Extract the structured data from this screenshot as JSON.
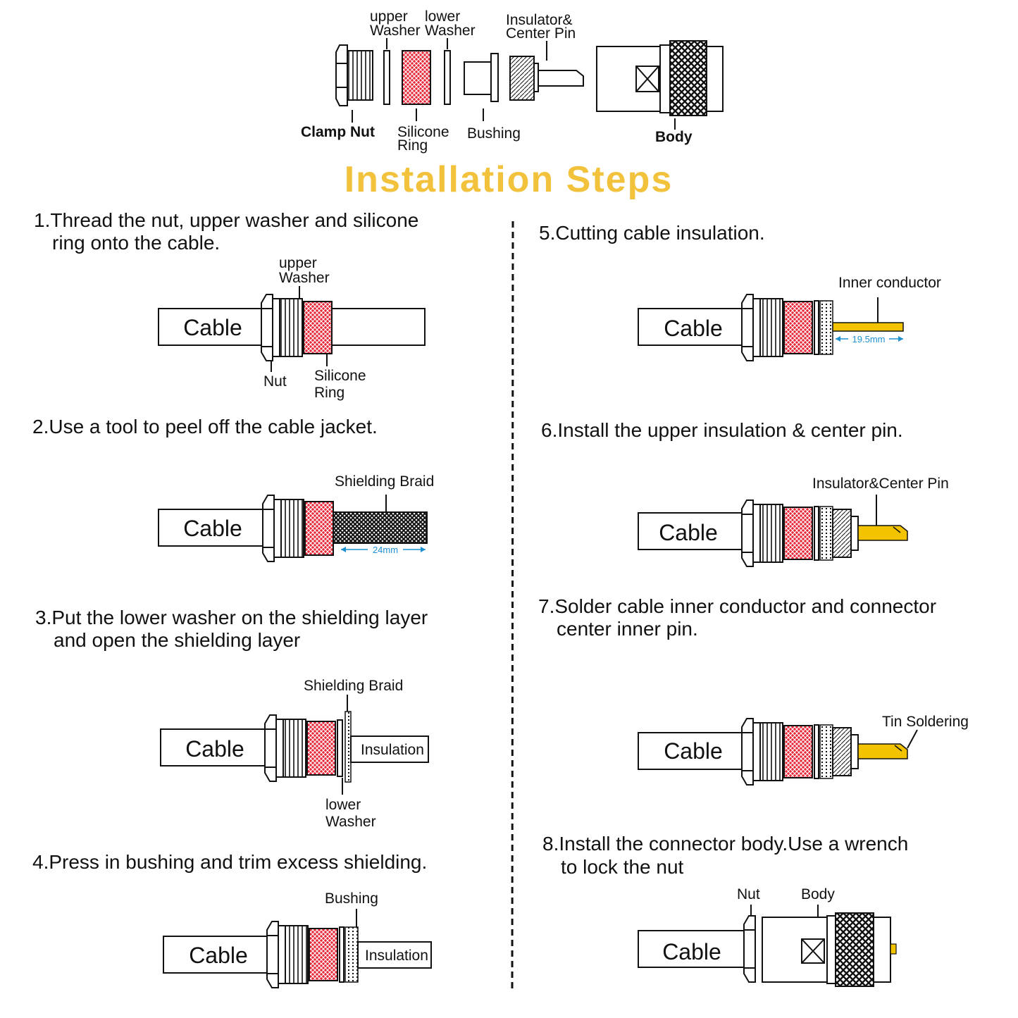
{
  "title": "Installation Steps",
  "colors": {
    "title": "#F2C23C",
    "ring": "#E8293B",
    "gold": "#F3C300",
    "dim": "#1E90D0"
  },
  "parts": {
    "upper_washer": [
      "upper",
      "Washer"
    ],
    "lower_washer": [
      "lower",
      "Washer"
    ],
    "insulator": [
      "Insulator&",
      "Center Pin"
    ],
    "clamp_nut": "Clamp Nut",
    "silicone_ring": [
      "Silicone",
      "Ring"
    ],
    "bushing": "Bushing",
    "body": "Body"
  },
  "steps": [
    {
      "line1": "1.Thread the nut, upper washer and silicone",
      "line2": "ring onto the cable."
    },
    {
      "line1": "2.Use a tool to peel off the cable jacket."
    },
    {
      "line1": "3.Put the lower washer on the shielding layer",
      "line2": "and open the shielding layer"
    },
    {
      "line1": "4.Press in bushing and trim excess shielding."
    },
    {
      "line1": "5.Cutting cable insulation."
    },
    {
      "line1": "6.Install the upper insulation & center pin."
    },
    {
      "line1": "7.Solder cable inner conductor and connector",
      "line2": "center inner pin."
    },
    {
      "line1": "8.Install the connector body.Use a wrench",
      "line2": "to lock the nut"
    }
  ],
  "labels": {
    "cable": "Cable",
    "upper_washer": [
      "upper",
      "Washer"
    ],
    "nut": "Nut",
    "silicone_ring": [
      "Silicone",
      "Ring"
    ],
    "shielding_braid": "Shielding Braid",
    "dim_24": "24mm",
    "insulation": "Insulation",
    "lower_washer": [
      "lower",
      "Washer"
    ],
    "bushing": "Bushing",
    "inner_conductor": "Inner conductor",
    "dim_195": "19.5mm",
    "insulator_center_pin": "Insulator&Center Pin",
    "tin_soldering": "Tin Soldering",
    "body": "Body"
  }
}
